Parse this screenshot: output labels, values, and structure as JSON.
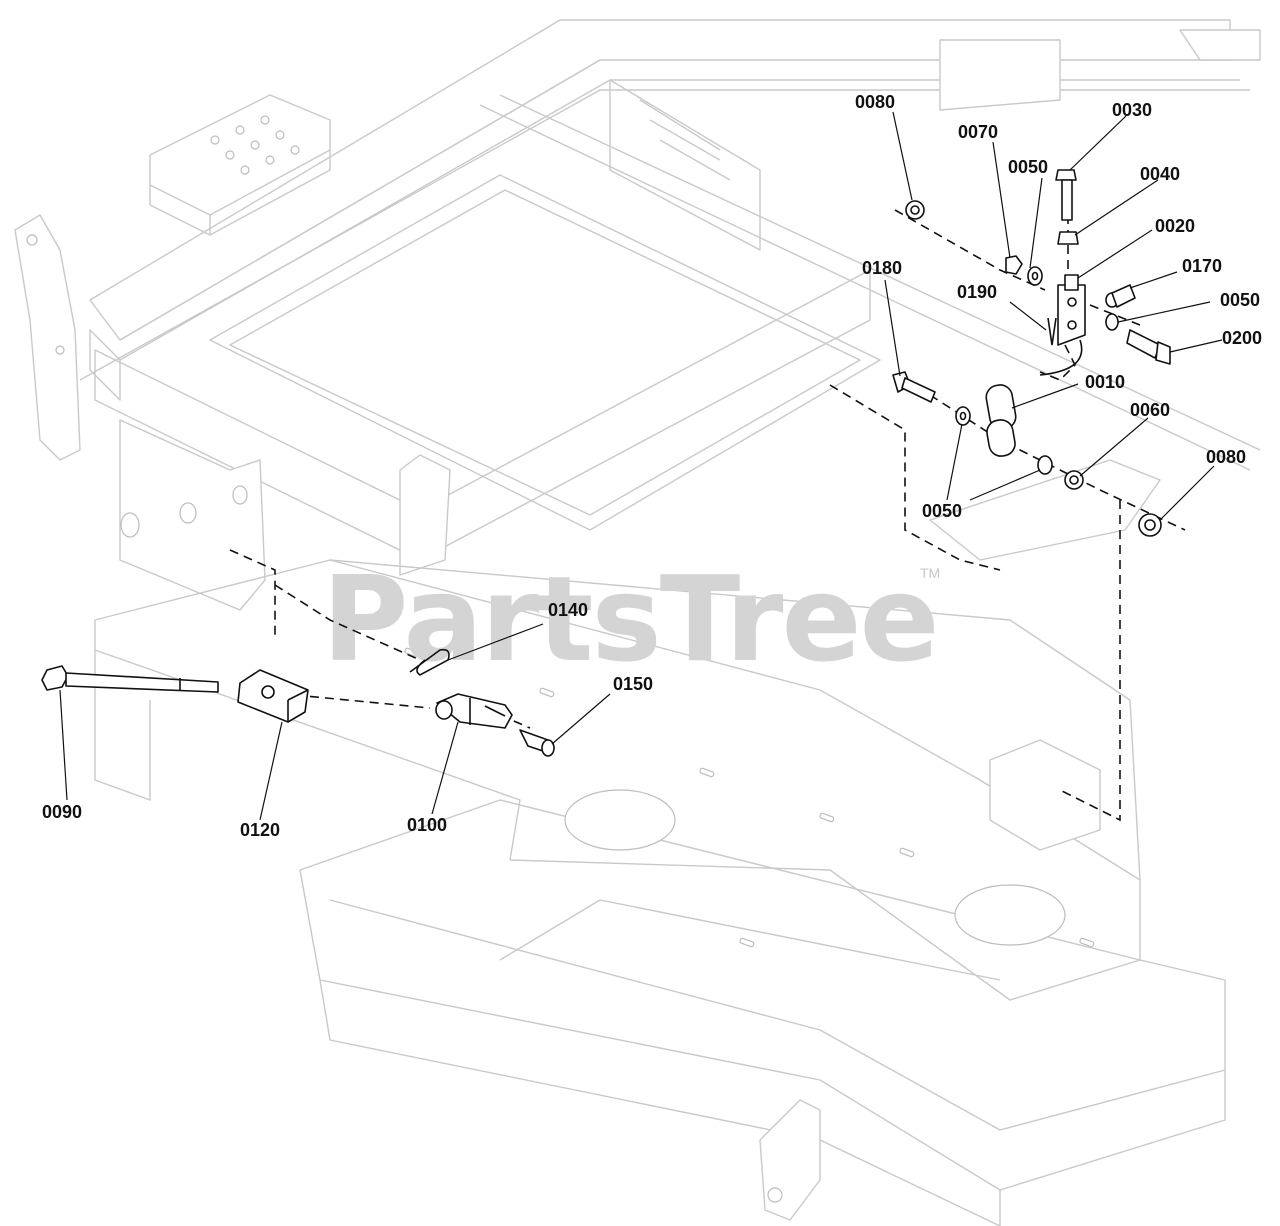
{
  "watermark": {
    "text": "PartsTree",
    "trademark": "TM",
    "color": "#d4d4d4"
  },
  "diagram": {
    "line_color": "#111111",
    "ghost_color": "#c9c9c9",
    "callouts": [
      {
        "id": "c0080a",
        "text": "0080"
      },
      {
        "id": "c0070",
        "text": "0070"
      },
      {
        "id": "c0050a",
        "text": "0050"
      },
      {
        "id": "c0030",
        "text": "0030"
      },
      {
        "id": "c0040",
        "text": "0040"
      },
      {
        "id": "c0020",
        "text": "0020"
      },
      {
        "id": "c0180",
        "text": "0180"
      },
      {
        "id": "c0190",
        "text": "0190"
      },
      {
        "id": "c0170",
        "text": "0170"
      },
      {
        "id": "c0050b",
        "text": "0050"
      },
      {
        "id": "c0200",
        "text": "0200"
      },
      {
        "id": "c0010",
        "text": "0010"
      },
      {
        "id": "c0060",
        "text": "0060"
      },
      {
        "id": "c0080b",
        "text": "0080"
      },
      {
        "id": "c0050c",
        "text": "0050"
      },
      {
        "id": "c0140",
        "text": "0140"
      },
      {
        "id": "c0150",
        "text": "0150"
      },
      {
        "id": "c0090",
        "text": "0090"
      },
      {
        "id": "c0120",
        "text": "0120"
      },
      {
        "id": "c0100",
        "text": "0100"
      }
    ]
  }
}
